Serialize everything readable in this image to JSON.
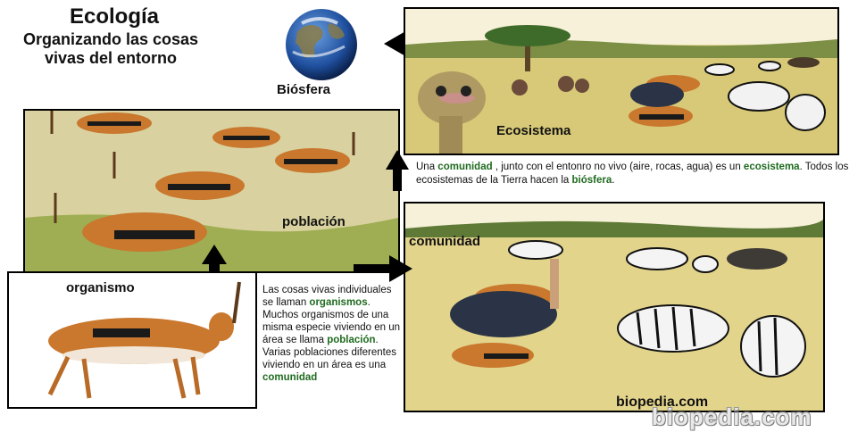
{
  "header": {
    "title": "Ecología",
    "subtitle": "Organizando las cosas vivas del entorno"
  },
  "labels": {
    "biosfera": "Biósfera",
    "ecosistema": "Ecosistema",
    "poblacion": "población",
    "comunidad": "comunidad",
    "organismo": "organismo"
  },
  "ecosystem_caption": {
    "t1": "Una ",
    "h1": "comunidad",
    "t2": " , junto con el entonro no vivo (aire, rocas, agua) es un ",
    "h2": "ecosistema",
    "t3": ". Todos los ecosistemas de la Tierra hacen la ",
    "h3": "biósfera",
    "t4": "."
  },
  "organism_caption": {
    "t1": "Las cosas vivas individuales se llaman ",
    "h1": "organismos",
    "t2": ". Muchos organismos de una misma especie viviendo en un área se llama ",
    "h2": "población",
    "t3": ". Varias poblaciones diferentes viviendo en un área es una ",
    "h3": "comunidad"
  },
  "credits": {
    "source": "biopedia.com",
    "watermark": "biopedia.com"
  },
  "colors": {
    "highlight": "#1f6b1f",
    "savanna": "#e3d48c",
    "grass": "#b7bf5e",
    "impala": "#c9782e"
  }
}
